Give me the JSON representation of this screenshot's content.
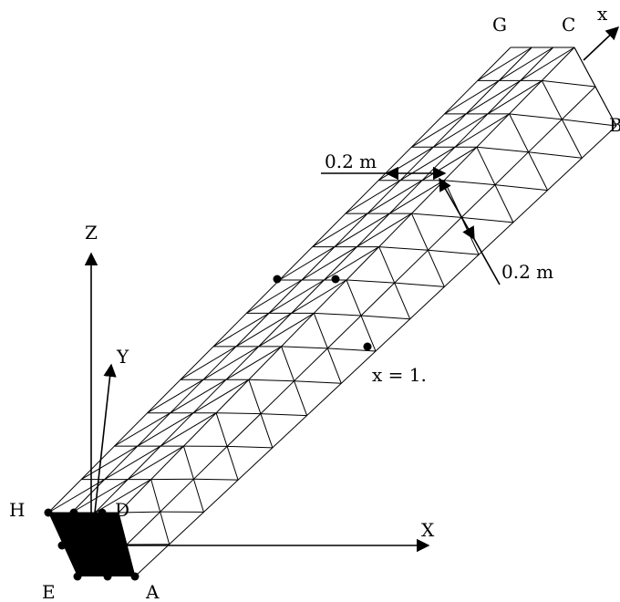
{
  "diagram": {
    "axes": {
      "x_global": "X",
      "y_global": "Y",
      "z_global": "Z",
      "x_local": "x"
    },
    "corners": {
      "A": "A",
      "B": "B",
      "C": "C",
      "D": "D",
      "E": "E",
      "G": "G",
      "H": "H"
    },
    "dimensions": {
      "width_label": "0.2 m",
      "height_label": "0.2 m"
    },
    "annotation": {
      "section_label": "x = 1."
    },
    "colors": {
      "line": "#000000",
      "background": "#ffffff"
    }
  }
}
